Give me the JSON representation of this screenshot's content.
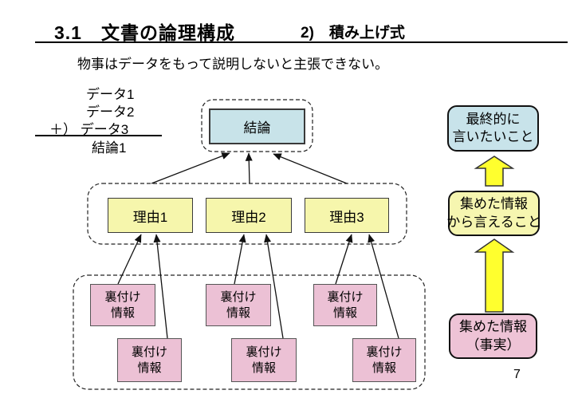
{
  "header": {
    "title": "3.1　文書の論理構成",
    "subtitle": "2)　積み上げ式"
  },
  "lead": "物事はデータをもって説明しないと主張できない。",
  "addition": {
    "row1": "データ1",
    "row2": "データ2",
    "row3": "＋） データ3",
    "result": "結論1"
  },
  "diagram": {
    "conclusion": "結論",
    "reasons": [
      "理由1",
      "理由2",
      "理由3"
    ],
    "evidence": {
      "line1": "裏付け",
      "line2": "情報"
    }
  },
  "flow": {
    "final": {
      "line1": "最終的に",
      "line2": "言いたいこと"
    },
    "claims": {
      "line1": "集めた情報",
      "line2": "から言えること"
    },
    "facts": {
      "line1": "集めた情報",
      "line2": "（事実）"
    }
  },
  "page_number": "7",
  "colors": {
    "conclusion_fill": "#c8e3e9",
    "reason_fill": "#f6f6ac",
    "evidence_fill": "#ecc1d5",
    "flow_final_fill": "#c8e3ea",
    "flow_claims_fill": "#f6f6b0",
    "flow_facts_fill": "#eec3d6",
    "block_arrow_fill": "#ffff2e",
    "line_color": "#111111"
  }
}
